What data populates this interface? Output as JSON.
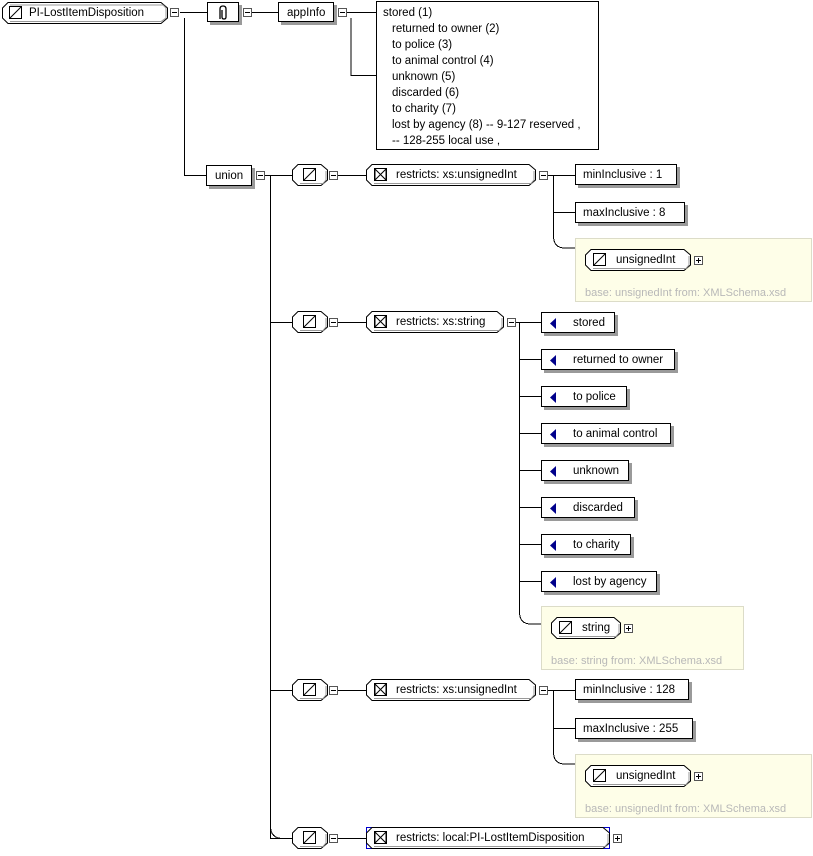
{
  "root": {
    "name": "PI-LostItemDisposition"
  },
  "annotation": {
    "appinfo_label": "appInfo",
    "doc_lines": [
      "stored (1)",
      "returned to owner (2)",
      "to police (3)",
      "to animal control (4)",
      "unknown (5)",
      "discarded (6)",
      "to charity (7)",
      "lost by agency (8) -- 9-127 reserved ,",
      " -- 128-255 local use ,"
    ]
  },
  "union": {
    "label": "union"
  },
  "members": [
    {
      "restricts": "restricts: xs:unsignedInt",
      "facets": [
        "minInclusive : 1",
        "maxInclusive : 8"
      ],
      "base_type": "unsignedInt",
      "base_note": "base: unsignedInt from: XMLSchema.xsd"
    },
    {
      "restricts": "restricts: xs:string",
      "enums": [
        "stored",
        "returned to owner",
        "to police",
        "to animal control",
        "unknown",
        "discarded",
        "to charity",
        "lost by agency"
      ],
      "base_type": "string",
      "base_note": "base: string from: XMLSchema.xsd"
    },
    {
      "restricts": "restricts: xs:unsignedInt",
      "facets": [
        "minInclusive : 128",
        "maxInclusive : 255"
      ],
      "base_type": "unsignedInt",
      "base_note": "base: unsignedInt from: XMLSchema.xsd"
    },
    {
      "restricts": "restricts: local:PI-LostItemDisposition"
    }
  ],
  "colors": {
    "enum_marker": "#00008b",
    "selected_border": "#0000cc",
    "base_panel": "#fefee8"
  },
  "icons": {
    "simple_type": "simple-type-icon",
    "annotation": "annotation-icon",
    "restriction": "restriction-icon",
    "enumeration": "enumeration-marker-icon"
  }
}
